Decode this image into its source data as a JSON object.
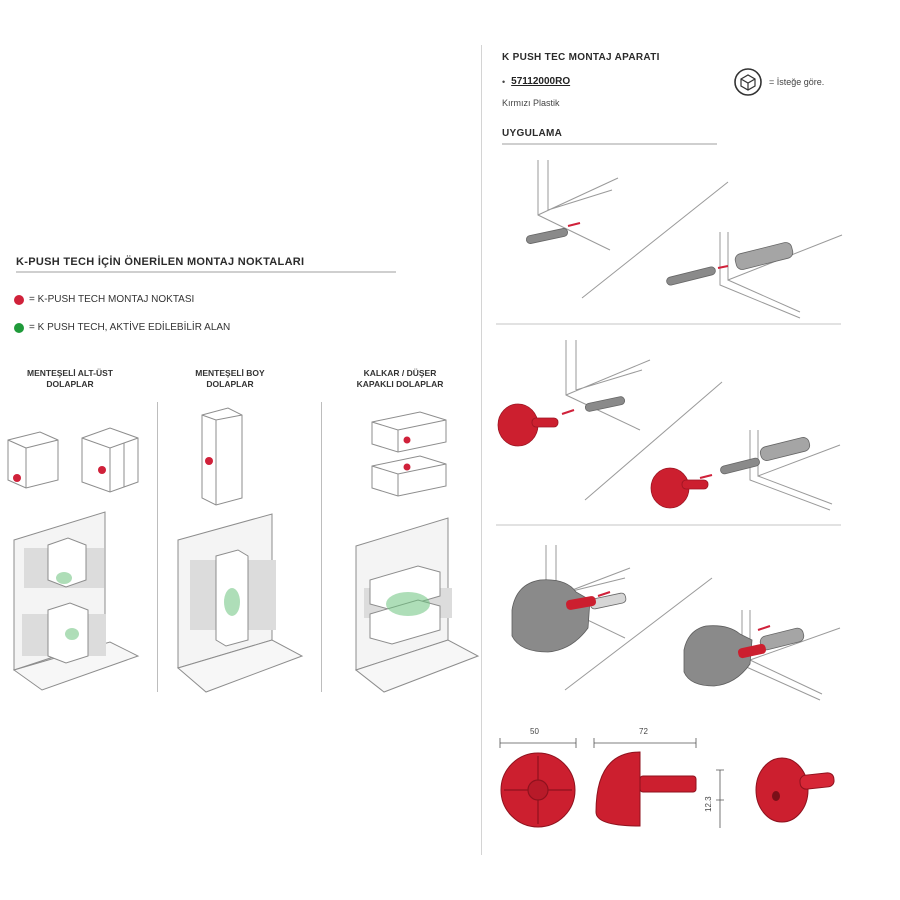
{
  "left": {
    "title": "K-PUSH TECH İÇİN ÖNERİLEN MONTAJ NOKTALARI",
    "legend": [
      {
        "label": "= K-PUSH TECH MONTAJ NOKTASI",
        "color": "#d0213a"
      },
      {
        "label": "= K PUSH TECH, AKTİVE EDİLEBİLİR ALAN",
        "color": "#1f9a3a"
      }
    ],
    "columns": [
      {
        "title_line1": "MENTEŞELİ ALT-ÜST",
        "title_line2": "DOLAPLAR"
      },
      {
        "title_line1": "MENTEŞELİ BOY",
        "title_line2": "DOLAPLAR"
      },
      {
        "title_line1": "KALKAR / DÜŞER",
        "title_line2": "KAPAKLI DOLAPLAR"
      }
    ]
  },
  "right": {
    "product_title": "K PUSH TEC MONTAJ APARATI",
    "code": "57112000RO",
    "material": "Kırmızı Plastik",
    "optional_label": "= İsteğe göre.",
    "application_title": "UYGULAMA",
    "dimensions": {
      "diameter": "50",
      "length": "72",
      "shaft": "12.3"
    }
  },
  "colors": {
    "accent_red": "#d0213a",
    "green": "#1f9a3a",
    "line": "#9a9a9a",
    "panel": "#e9e9e9"
  }
}
